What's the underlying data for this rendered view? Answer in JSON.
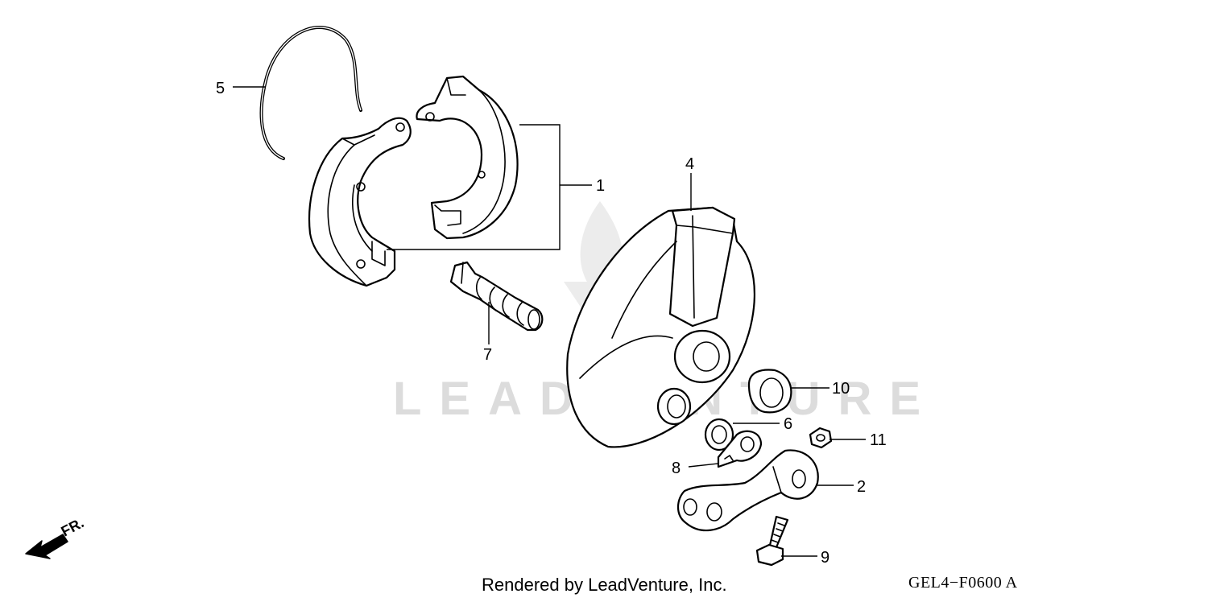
{
  "watermark": "LEADVENTURE",
  "direction_label": "FR.",
  "footer_credit": "Rendered by LeadVenture, Inc.",
  "diagram_code": "GEL4−F0600 A",
  "callouts": {
    "c1": "1",
    "c2": "2",
    "c4": "4",
    "c5": "5",
    "c6": "6",
    "c7": "7",
    "c8": "8",
    "c9": "9",
    "c10": "10",
    "c11": "11"
  },
  "icons": [
    "brake-shoe-icon",
    "spring-icon",
    "brake-panel-icon",
    "cam-shaft-icon",
    "arm-icon",
    "bolt-icon",
    "nut-icon",
    "seal-icon",
    "washer-icon",
    "indicator-plate-icon",
    "arrow-icon"
  ],
  "colors": {
    "line": "#000000",
    "background": "#ffffff",
    "watermark": "#dcdcdc"
  }
}
